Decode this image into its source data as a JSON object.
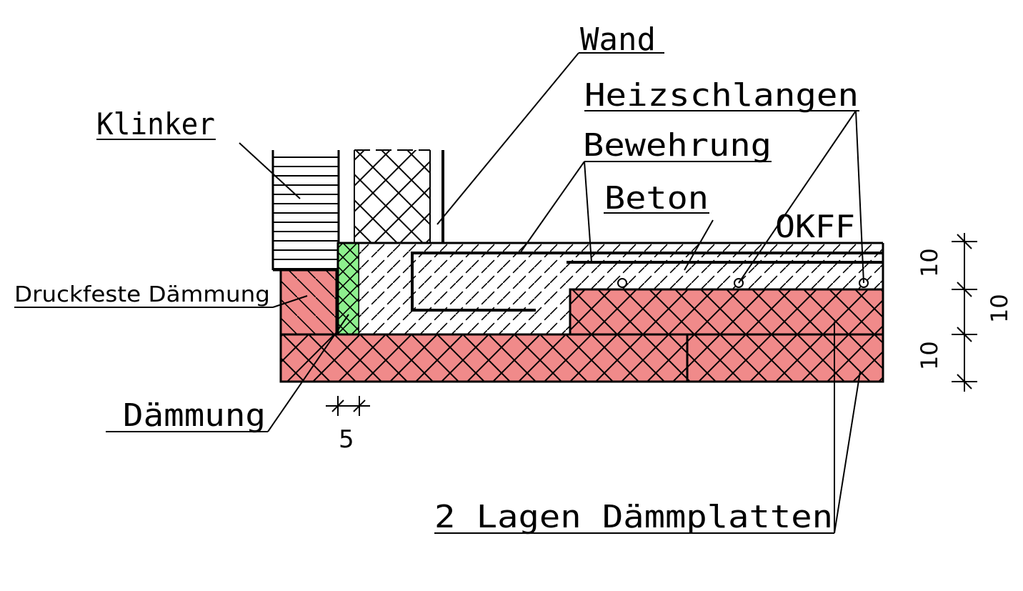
{
  "labels": {
    "wand": "Wand",
    "heizschlangen": "Heizschlangen",
    "bewehrung": "Bewehrung",
    "beton": "Beton",
    "okff": "OKFF",
    "klinker": "Klinker",
    "druckfeste_daemmung": "Druckfeste Dämmung",
    "daemmung": "Dämmung",
    "daemmplatten": "2 Lagen Dämmplatten"
  },
  "dimensions": {
    "upper": "10",
    "lower": "10",
    "total": "10",
    "gap": "5"
  },
  "colors": {
    "insulation": "#f08a8a",
    "insulation_green": "#8ef08e",
    "line": "#000000"
  }
}
